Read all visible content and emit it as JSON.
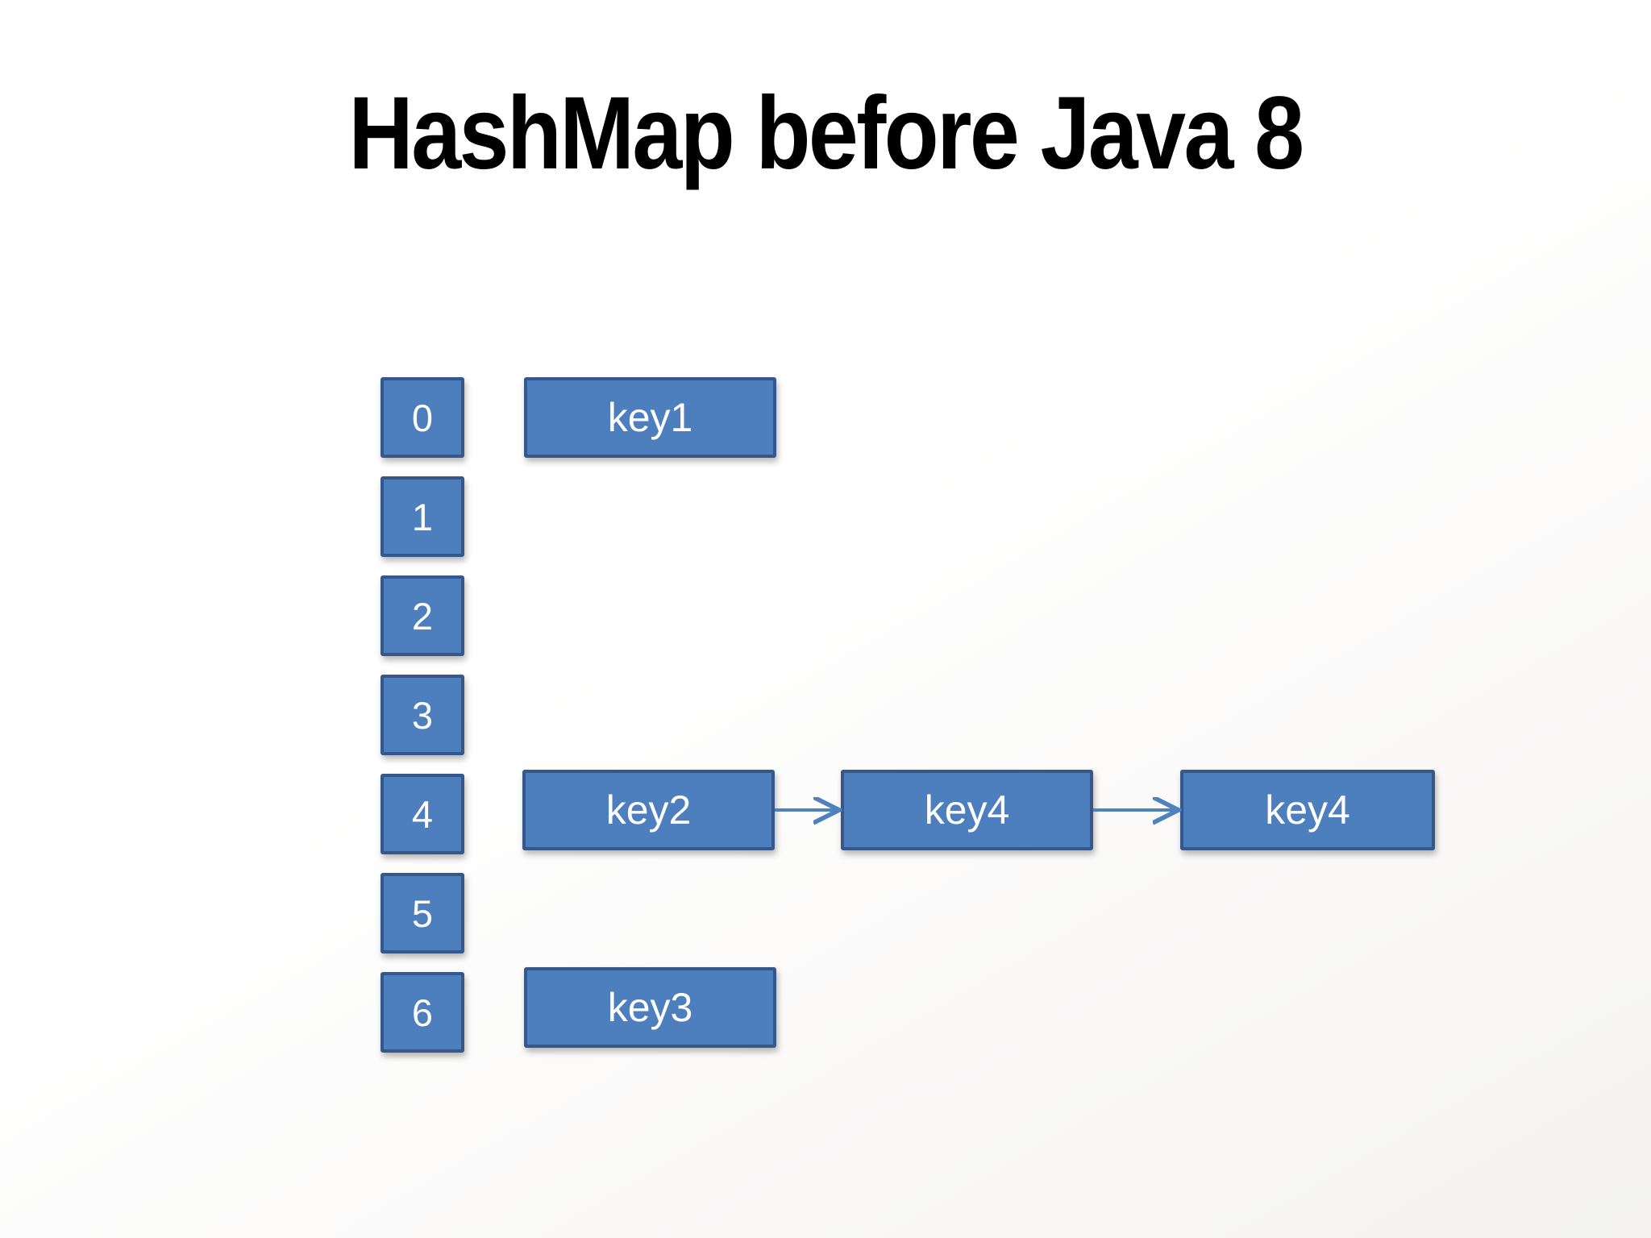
{
  "title": "HashMap before Java 8",
  "colors": {
    "box_fill": "#4d7ebd",
    "box_border": "#35578a",
    "box_text": "#ffffff",
    "arrow": "#4f81bd",
    "title_text": "#000000",
    "background": "#ffffff"
  },
  "buckets": [
    {
      "label": "0"
    },
    {
      "label": "1"
    },
    {
      "label": "2"
    },
    {
      "label": "3"
    },
    {
      "label": "4"
    },
    {
      "label": "5"
    },
    {
      "label": "6"
    }
  ],
  "chains": [
    {
      "bucket": "0",
      "nodes": [
        {
          "label": "key1"
        }
      ]
    },
    {
      "bucket": "4",
      "nodes": [
        {
          "label": "key2"
        },
        {
          "label": "key4"
        },
        {
          "label": "key4"
        }
      ]
    },
    {
      "bucket": "6",
      "nodes": [
        {
          "label": "key3"
        }
      ]
    }
  ]
}
